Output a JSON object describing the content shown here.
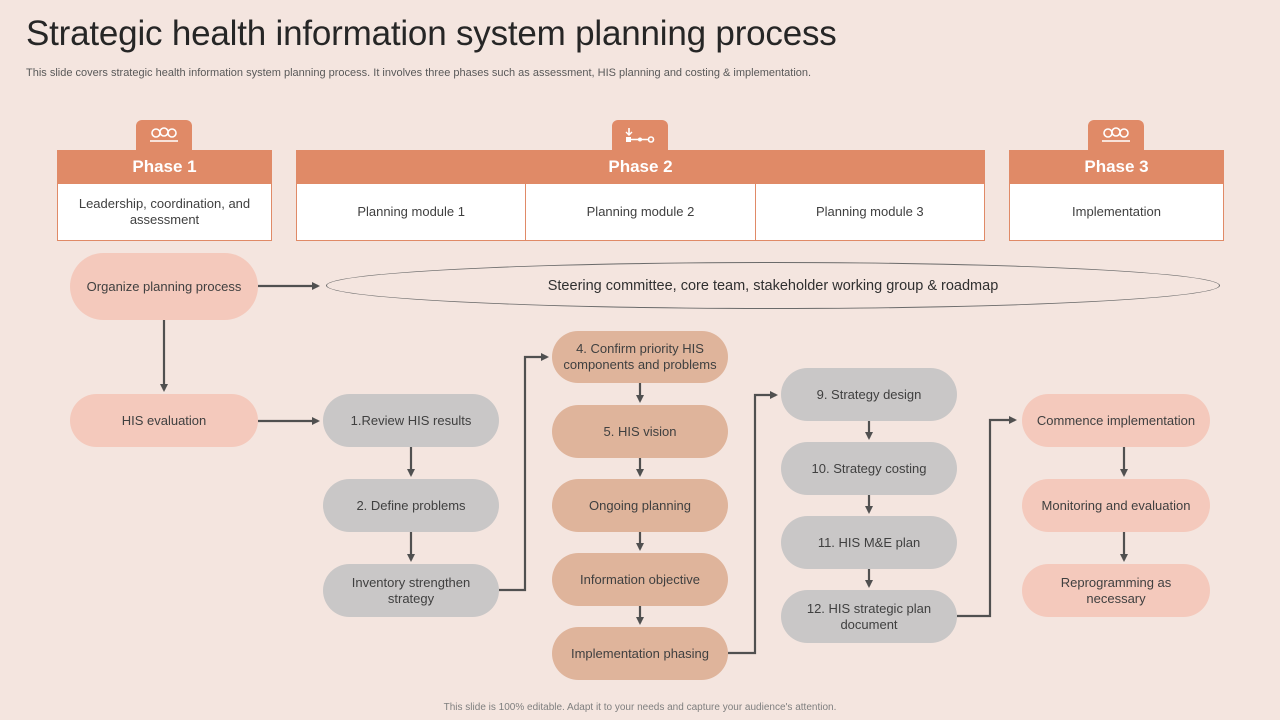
{
  "title": "Strategic health information system planning process",
  "subtitle": "This slide covers strategic health information system planning process. It involves three phases such as assessment, HIS planning and costing & implementation.",
  "phases": [
    {
      "label": "Phase 1",
      "icon": "people-icon",
      "modules": [
        "Leadership, coordination, and assessment"
      ]
    },
    {
      "label": "Phase 2",
      "icon": "flow-icon",
      "modules": [
        "Planning module 1",
        "Planning module 2",
        "Planning module 3"
      ]
    },
    {
      "label": "Phase 3",
      "icon": "people-icon",
      "modules": [
        "Implementation"
      ]
    }
  ],
  "steering": "Steering committee, core team, stakeholder working group & roadmap",
  "col1": [
    "Organize planning process",
    "HIS evaluation"
  ],
  "col2": [
    "1.Review HIS results",
    "2. Define problems",
    "Inventory strengthen strategy"
  ],
  "col3": [
    "4. Confirm priority HIS components and problems",
    "5. HIS vision",
    "Ongoing planning",
    "Information objective",
    "Implementation phasing"
  ],
  "col4": [
    "9. Strategy design",
    "10. Strategy costing",
    "11. HIS M&E plan",
    "12. HIS strategic plan document"
  ],
  "col5": [
    "Commence implementation",
    "Monitoring and evaluation",
    "Reprogramming as necessary"
  ],
  "footer": "This slide is 100% editable. Adapt it to your needs and capture your audience's attention.",
  "colors": {
    "accent": "#e08a67",
    "pink": "#f4c9bc",
    "grey": "#c9c7c7",
    "tan": "#dfb49b",
    "background": "#f4e5df"
  }
}
